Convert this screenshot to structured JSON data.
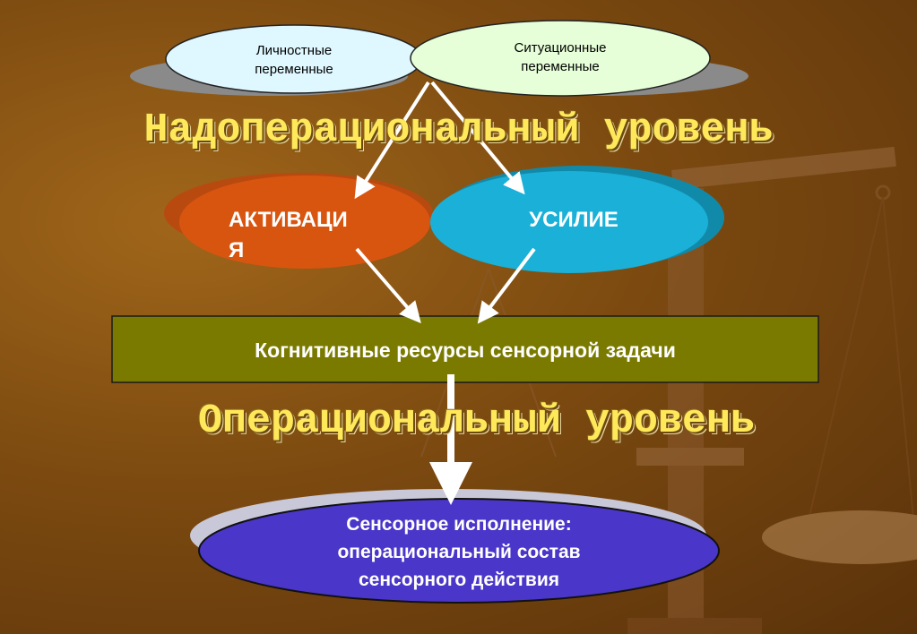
{
  "nodes": {
    "personal": "Личностные переменные",
    "situational": "Ситуационные переменные",
    "activation_line1": "АКТИВАЦИ",
    "activation_line2": "Я",
    "effort": "УСИЛИЕ",
    "cognitive": "Когнитивные ресурсы сенсорной задачи",
    "sensory_line1": "Сенсорное исполнение:",
    "sensory_line2": "операциональный состав",
    "sensory_line3": "сенсорного действия"
  },
  "levels": {
    "supra": "Надоперациональный уровень",
    "operational": "Операциональный уровень"
  },
  "colors": {
    "personal_fill": "#dff8ff",
    "situational_fill": "#e6ffd8",
    "activation_fill": "#d85510",
    "effort_fill": "#1bb0d8",
    "cognitive_fill": "#7a7a00",
    "sensory_fill": "#4a36c8",
    "heading_text": "#ffe95a"
  }
}
